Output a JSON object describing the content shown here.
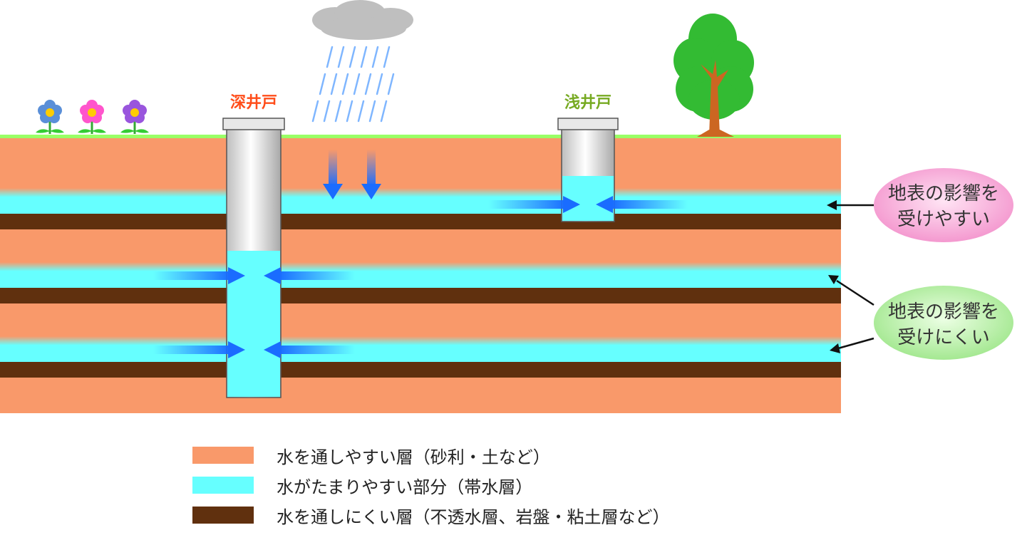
{
  "wells": {
    "deep": {
      "label": "深井戸"
    },
    "shallow": {
      "label": "浅井戸"
    }
  },
  "bubbles": {
    "surface_affected": {
      "line1": "地表の影響を",
      "line2": "受けやすい"
    },
    "surface_unaffected": {
      "line1": "地表の影響を",
      "line2": "受けにくい"
    }
  },
  "legend": [
    {
      "label": "水を通しやすい層（砂利・土など）",
      "color": "#f9996a"
    },
    {
      "label": "水がたまりやすい部分（帯水層）",
      "color": "#66ffff"
    },
    {
      "label": "水を通しにくい層（不透水層、岩盤・粘土層など）",
      "color": "#60300e"
    }
  ],
  "colors": {
    "permeable": "#f9996a",
    "aquifer": "#66ffff",
    "impermeable": "#60300e",
    "grass": "#99ff66",
    "deep_label": "#ff4d1a",
    "shallow_label": "#77aa22",
    "arrow_blue": "#1a6cff",
    "bubble_pink": "#f8a8d8",
    "bubble_green": "#b8f0a8"
  },
  "icons": {
    "flowers": [
      "flower-icon",
      "flower-icon",
      "flower-icon"
    ],
    "cloud": "cloud-icon",
    "rain": "rain-icon",
    "tree": "tree-icon"
  }
}
